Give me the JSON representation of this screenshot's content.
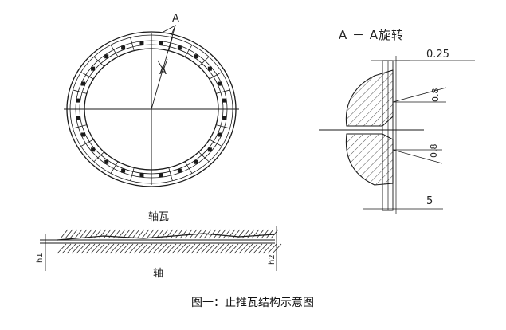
{
  "section_mark_top": "A",
  "section_mark_bottom": "A",
  "section_title": "A － A旋转",
  "dim_gap_top": "0.25",
  "dim_slope_upper": "0.8",
  "dim_slope_lower": "0.8",
  "dim_bottom": "5",
  "pad_label": "轴瓦",
  "shaft_label": "轴",
  "h1_label": "h1",
  "h2_label": "h2",
  "caption": "图一：止推瓦结构示意图",
  "colors": {
    "line": "#1a1a1a",
    "background": "#ffffff"
  }
}
